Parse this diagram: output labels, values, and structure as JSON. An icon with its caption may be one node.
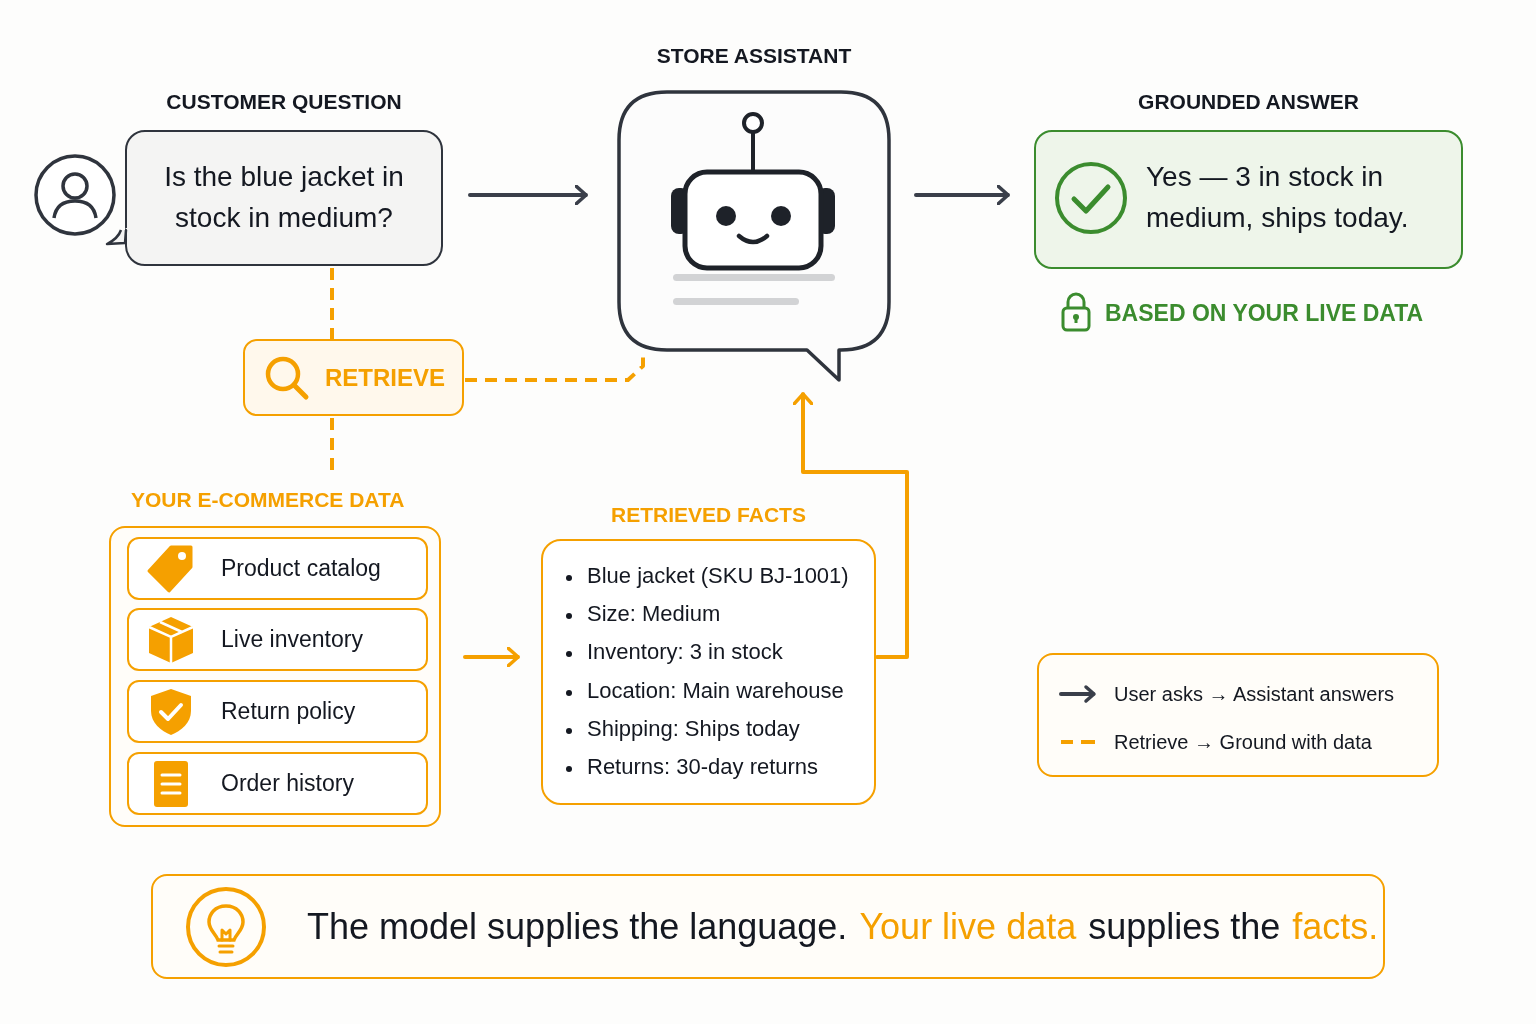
{
  "diagram": {
    "nodes": [
      {
        "text": [
          "CUSTOMER QUESTION",
          "Is the blue jacket in stock in medium?"
        ]
      },
      {
        "text": [
          "STORE ASSISTANT"
        ]
      },
      {
        "text": [
          "GROUNDED ANSWER",
          "Yes — 3 in stock in medium, ships today."
        ],
        "beside": [
          "BASED ON YOUR LIVE DATA"
        ]
      },
      {
        "text": [
          "RETRIEVE"
        ]
      },
      {
        "text": [
          "YOUR E-COMMERCE DATA"
        ]
      },
      {
        "text": [
          "Product catalog"
        ],
        "in": 4
      },
      {
        "text": [
          "Live inventory"
        ],
        "in": 4
      },
      {
        "text": [
          "Return policy"
        ],
        "in": 4
      },
      {
        "text": [
          "Order history"
        ],
        "in": 4
      },
      {
        "text": [
          "RETRIEVED FACTS",
          "Blue jacket (SKU BJ-1001)",
          "Size: Medium",
          "Inventory: 3 in stock",
          "Location: Main warehouse",
          "Shipping: Ships today",
          "Returns: 30-day returns"
        ]
      },
      {
        "text": [
          "The model supplies the language.",
          "Your live data",
          "supplies the",
          "facts."
        ]
      }
    ],
    "edges": [
      {
        "from": 0,
        "to": 1,
        "arrow": "to",
        "color": "#3a3f4a"
      },
      {
        "from": 1,
        "to": 2,
        "arrow": "to",
        "color": "#3a3f4a"
      },
      {
        "from": 0,
        "to": 3,
        "arrow": "none",
        "style": "dashed"
      },
      {
        "from": 3,
        "to": 1,
        "arrow": "none",
        "style": "dashed"
      },
      {
        "from": 3,
        "to": 4,
        "arrow": "none",
        "style": "dashed"
      },
      {
        "from": 4,
        "to": 9,
        "arrow": "to"
      },
      {
        "from": 9,
        "to": 1,
        "arrow": "to"
      }
    ],
    "legend": [
      {
        "text": "User asks → Assistant answers"
      },
      {
        "text": "Retrieve → Ground with data"
      }
    ]
  }
}
